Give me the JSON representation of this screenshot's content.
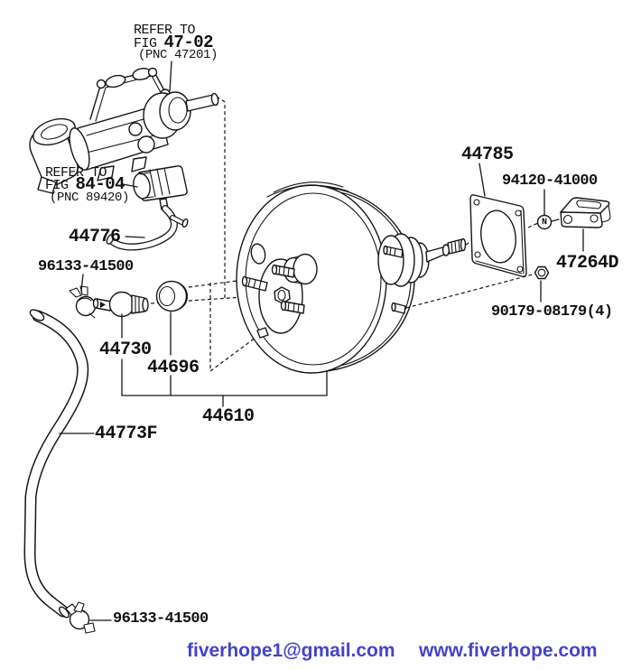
{
  "diagram": {
    "callouts": {
      "refer_fig_4702": {
        "line1": "REFER TO",
        "fig_prefix": "FIG",
        "fig_number": "47-02",
        "pnc": "(PNC 47201)"
      },
      "refer_fig_8404": {
        "line1": "REFER TO",
        "fig_prefix": "FIG",
        "fig_number": "84-04",
        "pnc": "(PNC 89420)"
      },
      "hose_small": "44776",
      "clamp_top": "96133-41500",
      "check_valve": "44730",
      "grommet": "44696",
      "brake_booster": "44610",
      "hose_large": "44773F",
      "clamp_bottom": "96133-41500",
      "gasket": "44785",
      "lock_nut": "94120-41000",
      "nut_marker": "N",
      "clamp_block": "47264D",
      "mount_nut": "90179-08179(4)"
    },
    "footer": {
      "email": "fiverhope1@gmail.com",
      "website": "www.fiverhope.com",
      "link_color": "#4343cd"
    }
  }
}
